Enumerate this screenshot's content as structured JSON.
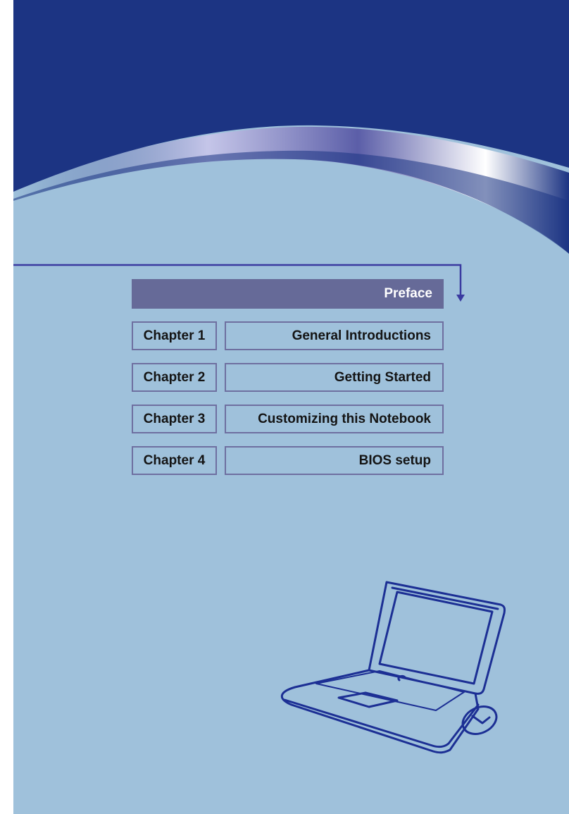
{
  "colors": {
    "band": "#1c3483",
    "background": "#9fc1db",
    "preface_bar": "#666a98",
    "box_border": "#6e6fa0",
    "line": "#3a3aa0",
    "drawing_stroke": "#1c2f94"
  },
  "toc": {
    "preface": "Preface",
    "chapters": [
      {
        "label": "Chapter  1",
        "title": "General Introductions"
      },
      {
        "label": "Chapter  2",
        "title": "Getting Started"
      },
      {
        "label": "Chapter  3",
        "title": "Customizing this Notebook"
      },
      {
        "label": "Chapter  4",
        "title": "BIOS setup"
      }
    ]
  },
  "illustration": {
    "icon": "laptop-with-mouse-sketch"
  }
}
